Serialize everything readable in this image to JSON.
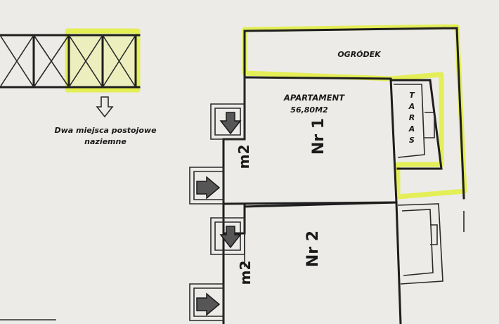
{
  "parking": {
    "caption_line1": "Dwa miejsca postojowe",
    "caption_line2": "naziemne"
  },
  "garden": {
    "label": "OGRÓDEK"
  },
  "apartment": {
    "label": "APARTAMENT",
    "area": "56,80M2"
  },
  "terrace": {
    "letters": [
      "T",
      "A",
      "R",
      "A",
      "S"
    ]
  },
  "units": [
    {
      "number": "Nr 1",
      "size_label": "m2"
    },
    {
      "number": "Nr 2",
      "size_label": "m2"
    }
  ],
  "colors": {
    "highlight": "#e3ee3c",
    "ink": "#1e1e1e",
    "paper": "#ecebe8"
  }
}
